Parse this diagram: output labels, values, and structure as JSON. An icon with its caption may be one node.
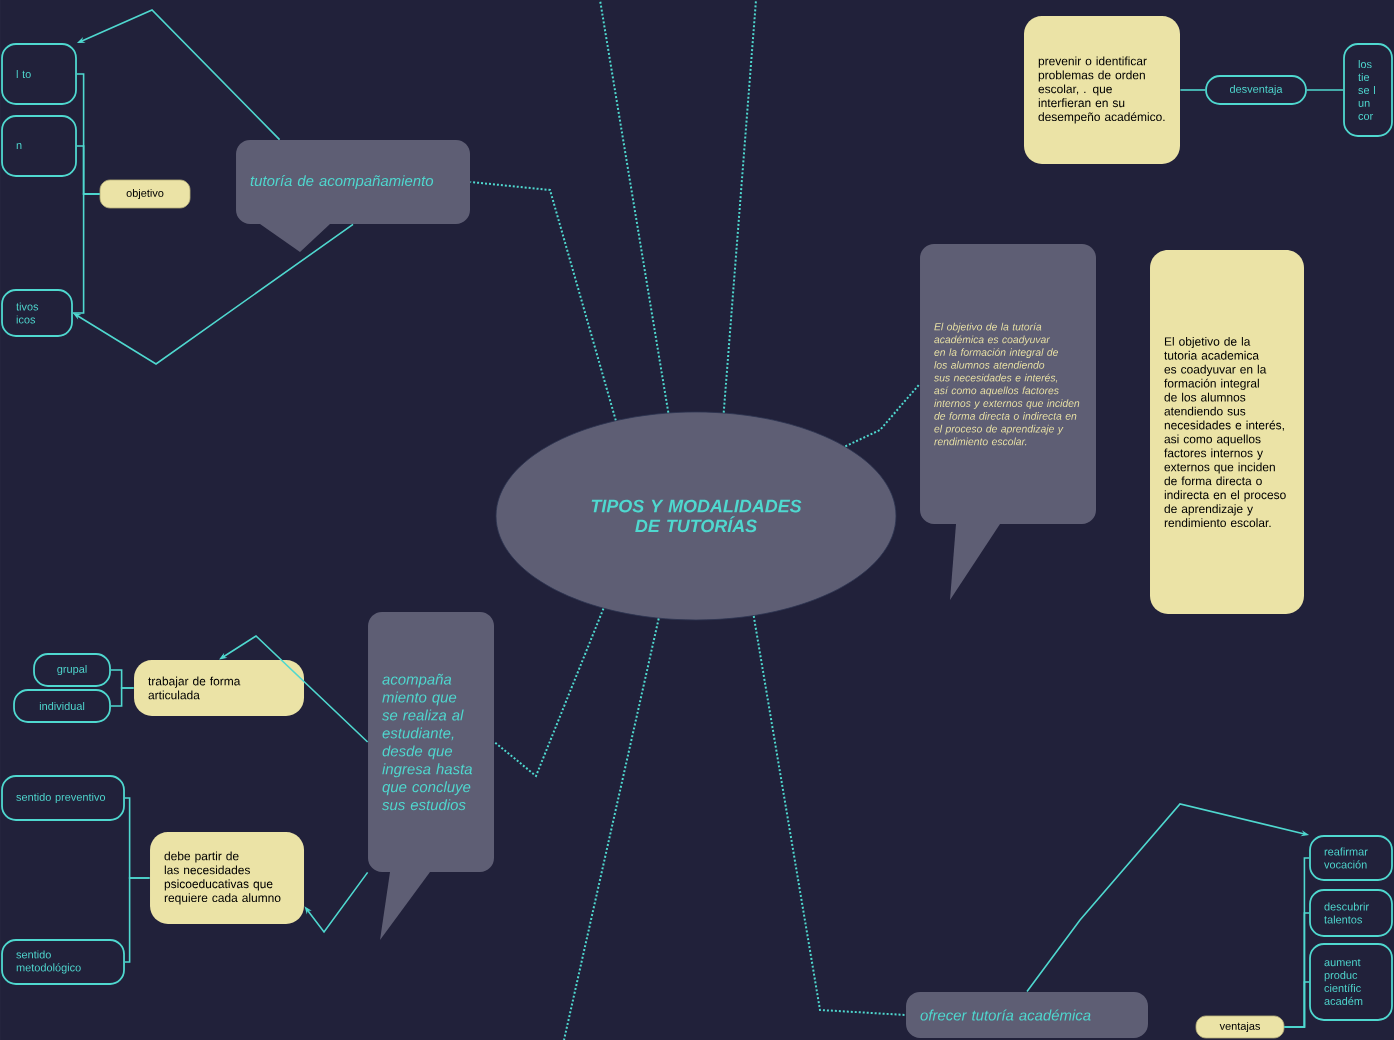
{
  "diagram": {
    "nodes": [
      {
        "text": [
          "TIPOS Y MODALIDADES DE TUTORÍAS"
        ]
      },
      {
        "text": [
          "tutoría de acompañamiento"
        ]
      },
      {
        "text": [
          "objetivo"
        ]
      },
      {
        "text": [
          "l to"
        ]
      },
      {
        "text": [
          "n"
        ]
      },
      {
        "text": [
          "tivos icos"
        ]
      },
      {
        "text": [
          "El objetivo de la tutoría académica es coadyuvar en la formación integral de los alumnos atendiendo sus necesidades e interés, así como aquellos factores internos y externos que inciden de forma directa o indirecta en el proceso de aprendizaje y rendimiento escolar."
        ]
      },
      {
        "text": [
          "El objetivo de la tutoria academica es coadyuvar en la formación integral de los alumnos atendiendo sus necesidades e interés, asi como aquellos factores internos y externos que inciden de forma directa o indirecta en el proceso de aprendizaje y rendimiento escolar."
        ]
      },
      {
        "text": [
          "prevenir o identificar problemas de orden escolar, . que interfieran en su desempeño académico."
        ]
      },
      {
        "text": [
          "desventaja"
        ]
      },
      {
        "text": [
          "los tie se l un cor"
        ]
      },
      {
        "text": [
          "acompaña miento que se realiza al estudiante, desde que ingresa hasta que concluye sus estudios"
        ]
      },
      {
        "text": [
          "trabajar de forma articulada"
        ]
      },
      {
        "text": [
          "grupal"
        ]
      },
      {
        "text": [
          "individual"
        ]
      },
      {
        "text": [
          "debe partir de las necesidades psicoeducativas que requiere cada alumno"
        ]
      },
      {
        "text": [
          "sentido preventivo"
        ]
      },
      {
        "text": [
          "sentido metodológico"
        ]
      },
      {
        "text": [
          "ofrecer tutoría académica"
        ]
      },
      {
        "text": [
          "ventajas"
        ]
      },
      {
        "text": [
          "reafirmar vocación"
        ]
      },
      {
        "text": [
          "descubrir talentos"
        ]
      },
      {
        "text": [
          "aument produc científic académ"
        ]
      }
    ],
    "edges": [
      {
        "from": 0,
        "to": 1,
        "arrow": "none",
        "style": "dashed"
      },
      {
        "from": 1,
        "to": 3,
        "arrow": "to"
      },
      {
        "from": 1,
        "to": 5,
        "arrow": "to"
      },
      {
        "from": 2,
        "to": 3,
        "arrow": "none"
      },
      {
        "from": 2,
        "to": 4,
        "arrow": "none"
      },
      {
        "from": 2,
        "to": 5,
        "arrow": "none"
      },
      {
        "from": 0,
        "to": 6,
        "arrow": "none",
        "style": "dashed"
      },
      {
        "from": 8,
        "to": 9,
        "arrow": "none"
      },
      {
        "from": 9,
        "to": 10,
        "arrow": "none"
      },
      {
        "from": 0,
        "to": 11,
        "arrow": "none",
        "style": "dashed"
      },
      {
        "from": 11,
        "to": 12,
        "arrow": "to"
      },
      {
        "from": 11,
        "to": 15,
        "arrow": "to"
      },
      {
        "from": 12,
        "to": 13,
        "arrow": "none"
      },
      {
        "from": 12,
        "to": 14,
        "arrow": "none"
      },
      {
        "from": 15,
        "to": 16,
        "arrow": "none"
      },
      {
        "from": 15,
        "to": 17,
        "arrow": "none"
      },
      {
        "from": 0,
        "to": 18,
        "arrow": "none",
        "style": "dashed"
      },
      {
        "from": 18,
        "to": 20,
        "arrow": "to"
      },
      {
        "from": 19,
        "to": 20,
        "arrow": "none"
      },
      {
        "from": 19,
        "to": 21,
        "arrow": "none"
      },
      {
        "from": 19,
        "to": 22,
        "arrow": "none"
      },
      {
        "from": 0,
        "to": null,
        "arrow": "none",
        "style": "dashed"
      },
      {
        "from": 0,
        "to": null,
        "arrow": "none",
        "style": "dashed"
      },
      {
        "from": 0,
        "to": null,
        "arrow": "none",
        "style": "dashed"
      }
    ]
  }
}
